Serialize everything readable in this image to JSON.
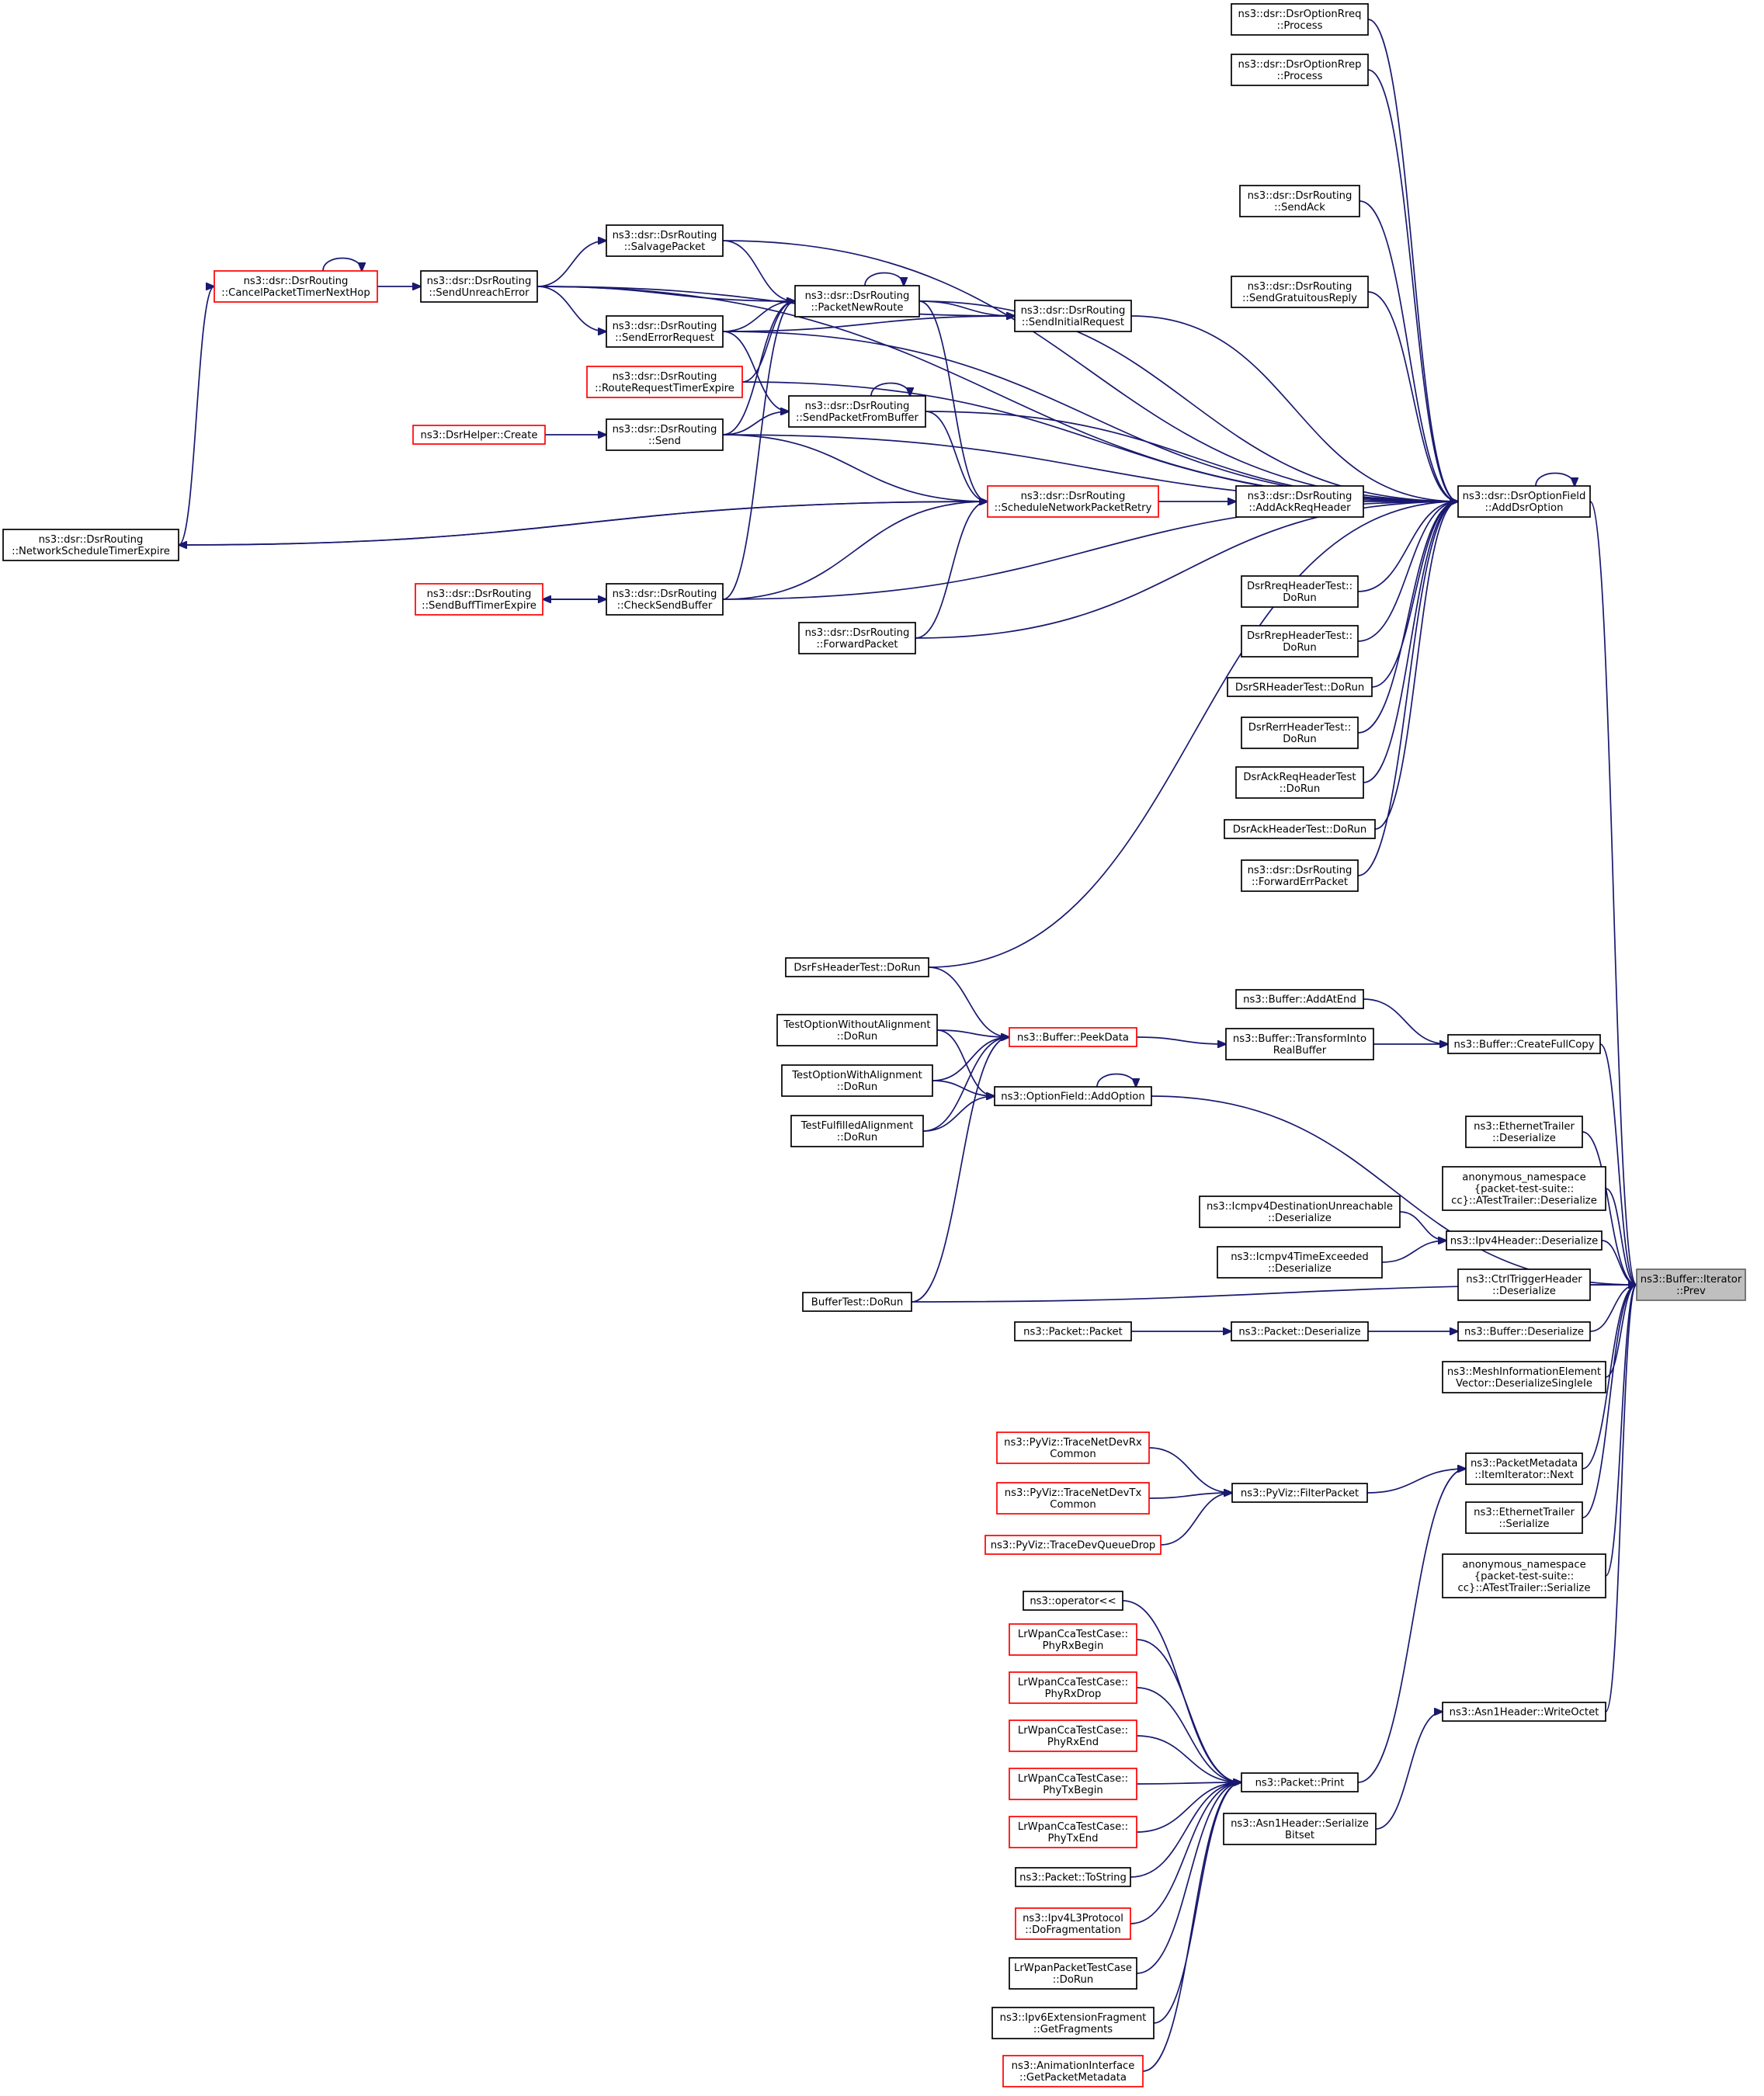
{
  "diagram": {
    "nodes": [
      {
        "id": "prev",
        "lines": [
          "ns3::Buffer::Iterator",
          "::Prev"
        ],
        "style": "selected"
      },
      {
        "id": "addDsrOption",
        "lines": [
          "ns3::dsr::DsrOptionField",
          "::AddDsrOption"
        ],
        "style": "normal"
      },
      {
        "id": "rreqProcess",
        "lines": [
          "ns3::dsr::DsrOptionRreq",
          "::Process"
        ],
        "style": "normal"
      },
      {
        "id": "rrepProcess",
        "lines": [
          "ns3::dsr::DsrOptionRrep",
          "::Process"
        ],
        "style": "normal"
      },
      {
        "id": "sendAck",
        "lines": [
          "ns3::dsr::DsrRouting",
          "::SendAck"
        ],
        "style": "normal"
      },
      {
        "id": "sendGratuitousReply",
        "lines": [
          "ns3::dsr::DsrRouting",
          "::SendGratuitousReply"
        ],
        "style": "normal"
      },
      {
        "id": "addAckReqHeader",
        "lines": [
          "ns3::dsr::DsrRouting",
          "::AddAckReqHeader"
        ],
        "style": "normal"
      },
      {
        "id": "rreqHeaderTest",
        "lines": [
          "DsrRreqHeaderTest::",
          "DoRun"
        ],
        "style": "normal"
      },
      {
        "id": "rrepHeaderTest",
        "lines": [
          "DsrRrepHeaderTest::",
          "DoRun"
        ],
        "style": "normal"
      },
      {
        "id": "srHeaderTest",
        "lines": [
          "DsrSRHeaderTest::DoRun"
        ],
        "style": "normal"
      },
      {
        "id": "rerrHeaderTest",
        "lines": [
          "DsrRerrHeaderTest::",
          "DoRun"
        ],
        "style": "normal"
      },
      {
        "id": "ackReqHeaderTest",
        "lines": [
          "DsrAckReqHeaderTest",
          "::DoRun"
        ],
        "style": "normal"
      },
      {
        "id": "ackHeaderTest",
        "lines": [
          "DsrAckHeaderTest::DoRun"
        ],
        "style": "normal"
      },
      {
        "id": "forwardErrPacket",
        "lines": [
          "ns3::dsr::DsrRouting",
          "::ForwardErrPacket"
        ],
        "style": "normal"
      },
      {
        "id": "sendInitialRequest",
        "lines": [
          "ns3::dsr::DsrRouting",
          "::SendInitialRequest"
        ],
        "style": "normal"
      },
      {
        "id": "packetNewRoute",
        "lines": [
          "ns3::dsr::DsrRouting",
          "::PacketNewRoute"
        ],
        "style": "normal"
      },
      {
        "id": "sendPacketFromBuffer",
        "lines": [
          "ns3::dsr::DsrRouting",
          "::SendPacketFromBuffer"
        ],
        "style": "normal"
      },
      {
        "id": "scheduleNetworkPacketRetry",
        "lines": [
          "ns3::dsr::DsrRouting",
          "::ScheduleNetworkPacketRetry"
        ],
        "style": "red"
      },
      {
        "id": "forwardPacket",
        "lines": [
          "ns3::dsr::DsrRouting",
          "::ForwardPacket"
        ],
        "style": "normal"
      },
      {
        "id": "salvagePacket",
        "lines": [
          "ns3::dsr::DsrRouting",
          "::SalvagePacket"
        ],
        "style": "normal"
      },
      {
        "id": "sendErrorRequest",
        "lines": [
          "ns3::dsr::DsrRouting",
          "::SendErrorRequest"
        ],
        "style": "normal"
      },
      {
        "id": "routeRequestTimerExpire",
        "lines": [
          "ns3::dsr::DsrRouting",
          "::RouteRequestTimerExpire"
        ],
        "style": "red"
      },
      {
        "id": "send",
        "lines": [
          "ns3::dsr::DsrRouting",
          "::Send"
        ],
        "style": "normal"
      },
      {
        "id": "checkSendBuffer",
        "lines": [
          "ns3::dsr::DsrRouting",
          "::CheckSendBuffer"
        ],
        "style": "normal"
      },
      {
        "id": "sendUnreachError",
        "lines": [
          "ns3::dsr::DsrRouting",
          "::SendUnreachError"
        ],
        "style": "normal"
      },
      {
        "id": "cancelPacketTimerNextHop",
        "lines": [
          "ns3::dsr::DsrRouting",
          "::CancelPacketTimerNextHop"
        ],
        "style": "red"
      },
      {
        "id": "dsrHelperCreate",
        "lines": [
          "ns3::DsrHelper::Create"
        ],
        "style": "red"
      },
      {
        "id": "sendBuffTimerExpire",
        "lines": [
          "ns3::dsr::DsrRouting",
          "::SendBuffTimerExpire"
        ],
        "style": "red"
      },
      {
        "id": "networkScheduleTimerExpire",
        "lines": [
          "ns3::dsr::DsrRouting",
          "::NetworkScheduleTimerExpire"
        ],
        "style": "normal"
      },
      {
        "id": "dsrFsHeaderTest",
        "lines": [
          "DsrFsHeaderTest::DoRun"
        ],
        "style": "normal"
      },
      {
        "id": "bufferAddAtEnd",
        "lines": [
          "ns3::Buffer::AddAtEnd"
        ],
        "style": "normal"
      },
      {
        "id": "peekData",
        "lines": [
          "ns3::Buffer::PeekData"
        ],
        "style": "red"
      },
      {
        "id": "transformIntoRealBuffer",
        "lines": [
          "ns3::Buffer::TransformInto",
          "RealBuffer"
        ],
        "style": "normal"
      },
      {
        "id": "createFullCopy",
        "lines": [
          "ns3::Buffer::CreateFullCopy"
        ],
        "style": "normal"
      },
      {
        "id": "testOptionWithoutAlignment",
        "lines": [
          "TestOptionWithoutAlignment",
          "::DoRun"
        ],
        "style": "normal"
      },
      {
        "id": "testOptionWithAlignment",
        "lines": [
          "TestOptionWithAlignment",
          "::DoRun"
        ],
        "style": "normal"
      },
      {
        "id": "testFulfilledAlignment",
        "lines": [
          "TestFulfilledAlignment",
          "::DoRun"
        ],
        "style": "normal"
      },
      {
        "id": "optionFieldAddOption",
        "lines": [
          "ns3::OptionField::AddOption"
        ],
        "style": "normal"
      },
      {
        "id": "ethernetTrailerDeserialize",
        "lines": [
          "ns3::EthernetTrailer",
          "::Deserialize"
        ],
        "style": "normal"
      },
      {
        "id": "aTestTrailerDeserialize",
        "lines": [
          "anonymous_namespace",
          "{packet-test-suite::",
          "cc}::ATestTrailer::Deserialize"
        ],
        "style": "normal"
      },
      {
        "id": "icmpv4DestUnreachable",
        "lines": [
          "ns3::Icmpv4DestinationUnreachable",
          "::Deserialize"
        ],
        "style": "normal"
      },
      {
        "id": "ipv4HeaderDeserialize",
        "lines": [
          "ns3::Ipv4Header::Deserialize"
        ],
        "style": "normal"
      },
      {
        "id": "icmpv4TimeExceeded",
        "lines": [
          "ns3::Icmpv4TimeExceeded",
          "::Deserialize"
        ],
        "style": "normal"
      },
      {
        "id": "ctrlTriggerHeader",
        "lines": [
          "ns3::CtrlTriggerHeader",
          "::Deserialize"
        ],
        "style": "normal"
      },
      {
        "id": "bufferTest",
        "lines": [
          "BufferTest::DoRun"
        ],
        "style": "normal"
      },
      {
        "id": "packetPacket",
        "lines": [
          "ns3::Packet::Packet"
        ],
        "style": "normal"
      },
      {
        "id": "packetDeserialize",
        "lines": [
          "ns3::Packet::Deserialize"
        ],
        "style": "normal"
      },
      {
        "id": "bufferDeserialize",
        "lines": [
          "ns3::Buffer::Deserialize"
        ],
        "style": "normal"
      },
      {
        "id": "meshInfoElement",
        "lines": [
          "ns3::MeshInformationElement",
          "Vector::DeserializeSingleIe"
        ],
        "style": "normal"
      },
      {
        "id": "traceNetDevRx",
        "lines": [
          "ns3::PyViz::TraceNetDevRx",
          "Common"
        ],
        "style": "red"
      },
      {
        "id": "traceNetDevTx",
        "lines": [
          "ns3::PyViz::TraceNetDevTx",
          "Common"
        ],
        "style": "red"
      },
      {
        "id": "traceDevQueueDrop",
        "lines": [
          "ns3::PyViz::TraceDevQueueDrop"
        ],
        "style": "red"
      },
      {
        "id": "filterPacket",
        "lines": [
          "ns3::PyViz::FilterPacket"
        ],
        "style": "normal"
      },
      {
        "id": "packetMetadataNext",
        "lines": [
          "ns3::PacketMetadata",
          "::ItemIterator::Next"
        ],
        "style": "normal"
      },
      {
        "id": "ethernetTrailerSerialize",
        "lines": [
          "ns3::EthernetTrailer",
          "::Serialize"
        ],
        "style": "normal"
      },
      {
        "id": "aTestTrailerSerialize",
        "lines": [
          "anonymous_namespace",
          "{packet-test-suite::",
          "cc}::ATestTrailer::Serialize"
        ],
        "style": "normal"
      },
      {
        "id": "operatorShift",
        "lines": [
          "ns3::operator<<"
        ],
        "style": "normal"
      },
      {
        "id": "phyRxBegin",
        "lines": [
          "LrWpanCcaTestCase::",
          "PhyRxBegin"
        ],
        "style": "red"
      },
      {
        "id": "phyRxDrop",
        "lines": [
          "LrWpanCcaTestCase::",
          "PhyRxDrop"
        ],
        "style": "red"
      },
      {
        "id": "phyRxEnd",
        "lines": [
          "LrWpanCcaTestCase::",
          "PhyRxEnd"
        ],
        "style": "red"
      },
      {
        "id": "phyTxBegin",
        "lines": [
          "LrWpanCcaTestCase::",
          "PhyTxBegin"
        ],
        "style": "red"
      },
      {
        "id": "phyTxEnd",
        "lines": [
          "LrWpanCcaTestCase::",
          "PhyTxEnd"
        ],
        "style": "red"
      },
      {
        "id": "packetToString",
        "lines": [
          "ns3::Packet::ToString"
        ],
        "style": "normal"
      },
      {
        "id": "doFragmentation",
        "lines": [
          "ns3::Ipv4L3Protocol",
          "::DoFragmentation"
        ],
        "style": "red"
      },
      {
        "id": "lrWpanPacketTestCase",
        "lines": [
          "LrWpanPacketTestCase",
          "::DoRun"
        ],
        "style": "normal"
      },
      {
        "id": "getFragments",
        "lines": [
          "ns3::Ipv6ExtensionFragment",
          "::GetFragments"
        ],
        "style": "normal"
      },
      {
        "id": "getPacketMetadata",
        "lines": [
          "ns3::AnimationInterface",
          "::GetPacketMetadata"
        ],
        "style": "red"
      },
      {
        "id": "packetPrint",
        "lines": [
          "ns3::Packet::Print"
        ],
        "style": "normal"
      },
      {
        "id": "asn1SerializeBitset",
        "lines": [
          "ns3::Asn1Header::Serialize",
          "Bitset"
        ],
        "style": "normal"
      },
      {
        "id": "asn1WriteOctet",
        "lines": [
          "ns3::Asn1Header::WriteOctet"
        ],
        "style": "normal"
      }
    ],
    "edges": [
      [
        "addDsrOption",
        "prev"
      ],
      [
        "addDsrOption",
        "addDsrOption"
      ],
      [
        "rreqProcess",
        "addDsrOption"
      ],
      [
        "rrepProcess",
        "addDsrOption"
      ],
      [
        "sendAck",
        "addDsrOption"
      ],
      [
        "sendGratuitousReply",
        "addDsrOption"
      ],
      [
        "addAckReqHeader",
        "addDsrOption"
      ],
      [
        "rreqHeaderTest",
        "addDsrOption"
      ],
      [
        "rrepHeaderTest",
        "addDsrOption"
      ],
      [
        "srHeaderTest",
        "addDsrOption"
      ],
      [
        "rerrHeaderTest",
        "addDsrOption"
      ],
      [
        "ackReqHeaderTest",
        "addDsrOption"
      ],
      [
        "ackHeaderTest",
        "addDsrOption"
      ],
      [
        "forwardErrPacket",
        "addDsrOption"
      ],
      [
        "sendInitialRequest",
        "addDsrOption"
      ],
      [
        "packetNewRoute",
        "addDsrOption"
      ],
      [
        "sendPacketFromBuffer",
        "addDsrOption"
      ],
      [
        "forwardPacket",
        "addDsrOption"
      ],
      [
        "salvagePacket",
        "addDsrOption"
      ],
      [
        "sendErrorRequest",
        "addDsrOption"
      ],
      [
        "send",
        "addDsrOption"
      ],
      [
        "checkSendBuffer",
        "addDsrOption"
      ],
      [
        "sendUnreachError",
        "addDsrOption"
      ],
      [
        "routeRequestTimerExpire",
        "addDsrOption"
      ],
      [
        "dsrFsHeaderTest",
        "addDsrOption"
      ],
      [
        "scheduleNetworkPacketRetry",
        "addAckReqHeader"
      ],
      [
        "packetNewRoute",
        "sendInitialRequest"
      ],
      [
        "sendErrorRequest",
        "sendInitialRequest"
      ],
      [
        "sendUnreachError",
        "sendInitialRequest"
      ],
      [
        "packetNewRoute",
        "packetNewRoute"
      ],
      [
        "salvagePacket",
        "packetNewRoute"
      ],
      [
        "sendErrorRequest",
        "packetNewRoute"
      ],
      [
        "sendUnreachError",
        "packetNewRoute"
      ],
      [
        "send",
        "packetNewRoute"
      ],
      [
        "routeRequestTimerExpire",
        "packetNewRoute"
      ],
      [
        "checkSendBuffer",
        "packetNewRoute"
      ],
      [
        "sendPacketFromBuffer",
        "sendPacketFromBuffer"
      ],
      [
        "sendErrorRequest",
        "sendPacketFromBuffer"
      ],
      [
        "send",
        "sendPacketFromBuffer"
      ],
      [
        "packetNewRoute",
        "scheduleNetworkPacketRetry"
      ],
      [
        "sendPacketFromBuffer",
        "scheduleNetworkPacketRetry"
      ],
      [
        "send",
        "scheduleNetworkPacketRetry"
      ],
      [
        "forwardPacket",
        "scheduleNetworkPacketRetry"
      ],
      [
        "checkSendBuffer",
        "scheduleNetworkPacketRetry"
      ],
      [
        "networkScheduleTimerExpire",
        "scheduleNetworkPacketRetry"
      ],
      [
        "scheduleNetworkPacketRetry",
        "networkScheduleTimerExpire"
      ],
      [
        "sendUnreachError",
        "salvagePacket"
      ],
      [
        "sendUnreachError",
        "sendErrorRequest"
      ],
      [
        "cancelPacketTimerNextHop",
        "sendUnreachError"
      ],
      [
        "cancelPacketTimerNextHop",
        "cancelPacketTimerNextHop"
      ],
      [
        "networkScheduleTimerExpire",
        "cancelPacketTimerNextHop"
      ],
      [
        "dsrHelperCreate",
        "send"
      ],
      [
        "sendBuffTimerExpire",
        "checkSendBuffer"
      ],
      [
        "checkSendBuffer",
        "sendBuffTimerExpire"
      ],
      [
        "createFullCopy",
        "prev"
      ],
      [
        "bufferAddAtEnd",
        "createFullCopy"
      ],
      [
        "transformIntoRealBuffer",
        "createFullCopy"
      ],
      [
        "peekData",
        "transformIntoRealBuffer"
      ],
      [
        "dsrFsHeaderTest",
        "peekData"
      ],
      [
        "testOptionWithoutAlignment",
        "peekData"
      ],
      [
        "testOptionWithAlignment",
        "peekData"
      ],
      [
        "testFulfilledAlignment",
        "peekData"
      ],
      [
        "bufferTest",
        "peekData"
      ],
      [
        "optionFieldAddOption",
        "prev"
      ],
      [
        "optionFieldAddOption",
        "optionFieldAddOption"
      ],
      [
        "testOptionWithoutAlignment",
        "optionFieldAddOption"
      ],
      [
        "testOptionWithAlignment",
        "optionFieldAddOption"
      ],
      [
        "testFulfilledAlignment",
        "optionFieldAddOption"
      ],
      [
        "ethernetTrailerDeserialize",
        "prev"
      ],
      [
        "aTestTrailerDeserialize",
        "prev"
      ],
      [
        "ipv4HeaderDeserialize",
        "prev"
      ],
      [
        "icmpv4DestUnreachable",
        "ipv4HeaderDeserialize"
      ],
      [
        "icmpv4TimeExceeded",
        "ipv4HeaderDeserialize"
      ],
      [
        "ctrlTriggerHeader",
        "prev"
      ],
      [
        "bufferDeserialize",
        "prev"
      ],
      [
        "packetDeserialize",
        "bufferDeserialize"
      ],
      [
        "packetPacket",
        "packetDeserialize"
      ],
      [
        "meshInfoElement",
        "prev"
      ],
      [
        "bufferTest",
        "prev"
      ],
      [
        "packetMetadataNext",
        "prev"
      ],
      [
        "filterPacket",
        "packetMetadataNext"
      ],
      [
        "packetPrint",
        "packetMetadataNext"
      ],
      [
        "traceNetDevRx",
        "filterPacket"
      ],
      [
        "traceNetDevTx",
        "filterPacket"
      ],
      [
        "traceDevQueueDrop",
        "filterPacket"
      ],
      [
        "ethernetTrailerSerialize",
        "prev"
      ],
      [
        "aTestTrailerSerialize",
        "prev"
      ],
      [
        "asn1WriteOctet",
        "prev"
      ],
      [
        "asn1SerializeBitset",
        "asn1WriteOctet"
      ],
      [
        "operatorShift",
        "packetPrint"
      ],
      [
        "phyRxBegin",
        "packetPrint"
      ],
      [
        "phyRxDrop",
        "packetPrint"
      ],
      [
        "phyRxEnd",
        "packetPrint"
      ],
      [
        "phyTxBegin",
        "packetPrint"
      ],
      [
        "phyTxEnd",
        "packetPrint"
      ],
      [
        "packetToString",
        "packetPrint"
      ],
      [
        "doFragmentation",
        "packetPrint"
      ],
      [
        "lrWpanPacketTestCase",
        "packetPrint"
      ],
      [
        "getFragments",
        "packetPrint"
      ],
      [
        "getPacketMetadata",
        "packetPrint"
      ]
    ]
  },
  "colors": {
    "edge": "#191970",
    "node_border": "#000000",
    "node_border_red": "#ff0000",
    "selected_fill": "#bfbfbf",
    "selected_border": "#666666"
  }
}
